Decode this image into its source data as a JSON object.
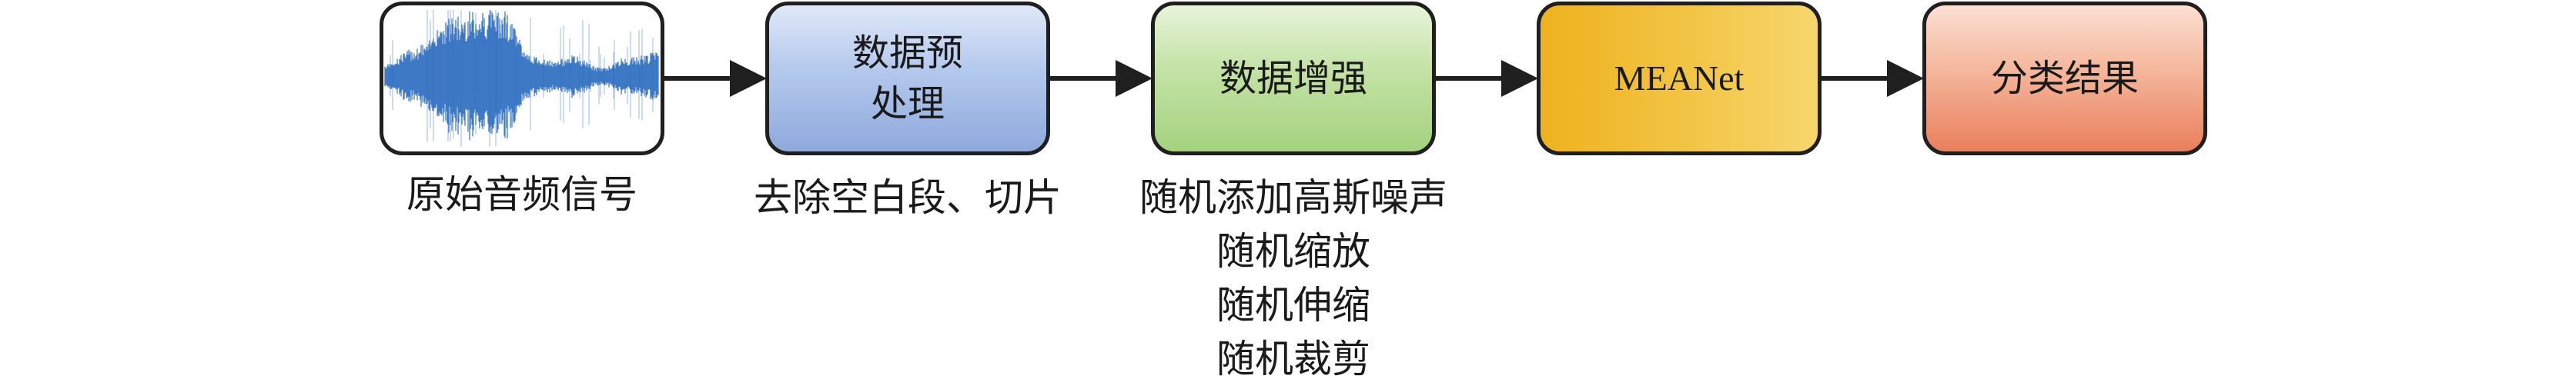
{
  "diagram": {
    "nodes": [
      {
        "id": "signal",
        "label": "",
        "caption_lines": [
          "原始音频信号"
        ]
      },
      {
        "id": "preprocess",
        "label": "数据预\n处理",
        "caption_lines": [
          "去除空白段、切片"
        ]
      },
      {
        "id": "augment",
        "label": "数据增强",
        "caption_lines": [
          "随机添加高斯噪声",
          "随机缩放",
          "随机伸缩",
          "随机裁剪"
        ]
      },
      {
        "id": "model",
        "label": "MEANet",
        "caption_lines": []
      },
      {
        "id": "result",
        "label": "分类结果",
        "caption_lines": []
      }
    ],
    "edges": [
      {
        "from": "signal",
        "to": "preprocess"
      },
      {
        "from": "preprocess",
        "to": "augment"
      },
      {
        "from": "augment",
        "to": "model"
      },
      {
        "from": "model",
        "to": "result"
      }
    ],
    "colors": {
      "outline": "#1f1f1f",
      "arrow": "#1f1f1f",
      "waveform": "#2f6fbf",
      "preprocess": "#a9c0e8",
      "augment": "#b6dc93",
      "model": "#f0b92c",
      "result": "#f19a78"
    },
    "icons": {
      "signal_box": "audio-waveform-icon"
    }
  }
}
